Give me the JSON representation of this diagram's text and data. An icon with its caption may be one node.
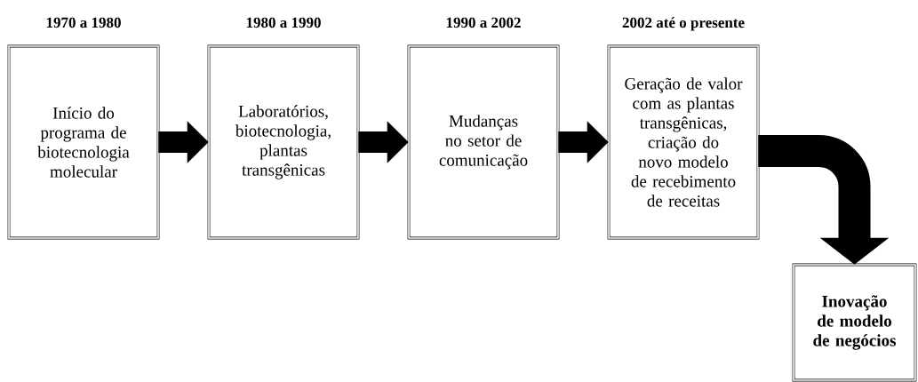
{
  "diagram": {
    "nodes": [
      {
        "text": [
          "1970 a 1980",
          "Início do programa de biotecnologia molecular"
        ]
      },
      {
        "text": [
          "1980 a 1990",
          "Laboratórios, biotecnologia, plantas transgênicas"
        ]
      },
      {
        "text": [
          "1990 a 2002",
          "Mudanças no setor de comunicação"
        ]
      },
      {
        "text": [
          "2002 até o presente",
          "Geração de valor com as plantas transgênicas, criação do novo modelo de recebimento de receitas"
        ]
      },
      {
        "text": [
          "Inovação de modelo de negócios"
        ]
      }
    ],
    "edges": [
      {
        "from": 0,
        "to": 1,
        "arrow": "to"
      },
      {
        "from": 1,
        "to": 2,
        "arrow": "to"
      },
      {
        "from": 2,
        "to": 3,
        "arrow": "to"
      },
      {
        "from": 3,
        "to": 4,
        "arrow": "to"
      }
    ]
  }
}
